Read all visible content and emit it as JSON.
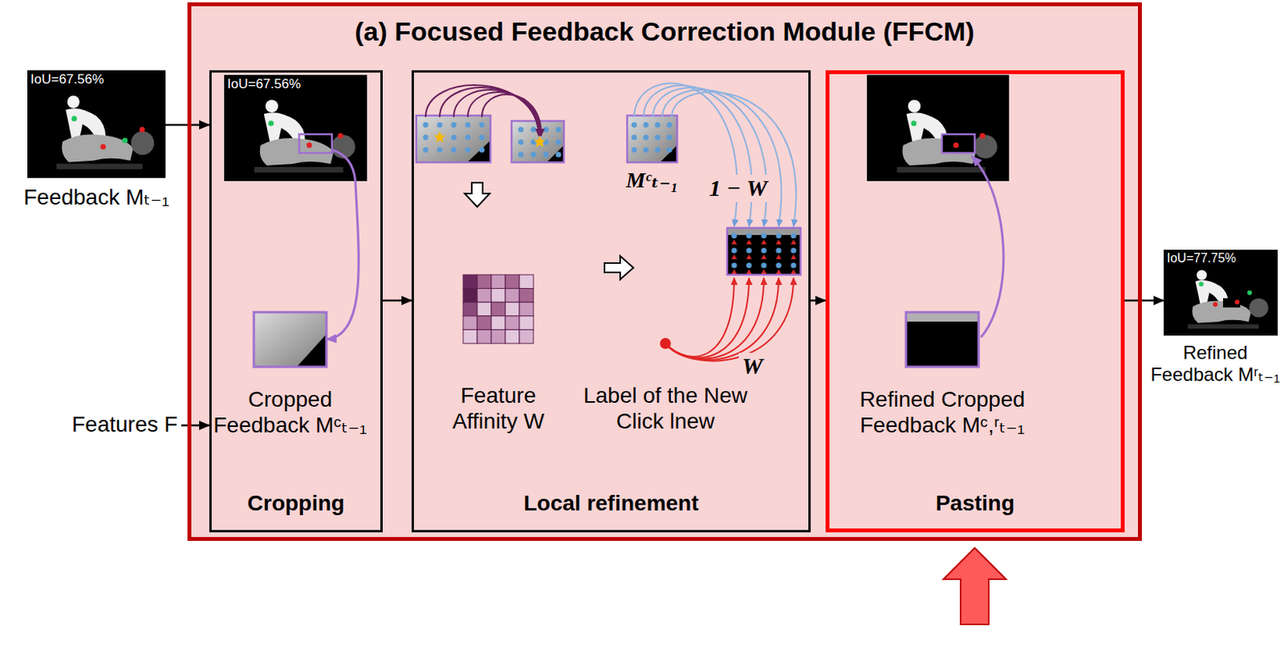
{
  "diagram": {
    "nodes": [
      {
        "text": [
          "IoU=67.56%",
          "Feedback Mₜ₋₁"
        ]
      },
      {
        "text": [
          "Features F"
        ]
      },
      {
        "text": [
          "(a) Focused Feedback Correction Module (FFCM)"
        ]
      },
      {
        "text": [
          "Cropping"
        ],
        "in": 2
      },
      {
        "text": [
          "IoU=67.56%"
        ],
        "in": 3
      },
      {
        "text": [
          "Cropped Feedback Mᶜₜ₋₁"
        ],
        "in": 3
      },
      {
        "text": [
          "Local refinement"
        ],
        "in": 2
      },
      {
        "text": [
          "Feature Affinity W"
        ],
        "in": 6
      },
      {
        "text": [
          "Mᶜₜ₋₁"
        ],
        "in": 6
      },
      {
        "text": [
          "Label of the New Click lnew"
        ],
        "in": 6
      },
      {
        "text": [
          "Pasting"
        ],
        "in": 2
      },
      {
        "text": [
          "Refined Cropped Feedback Mᶜ,ʳₜ₋₁"
        ],
        "in": 10
      },
      {
        "text": [
          "IoU=77.75%",
          "Refined Feedback Mʳₜ₋₁"
        ]
      }
    ],
    "edges": [
      {
        "from": 0,
        "to": 3,
        "arrow": "to"
      },
      {
        "from": 1,
        "to": 3,
        "arrow": "to"
      },
      {
        "from": 4,
        "to": 5,
        "arrow": "to"
      },
      {
        "from": 3,
        "to": 6,
        "arrow": "to"
      },
      {
        "from": 6,
        "to": 10,
        "arrow": "to"
      },
      {
        "from": 10,
        "to": 12,
        "arrow": "to"
      }
    ],
    "labels": [
      "1 − W",
      "W"
    ]
  }
}
